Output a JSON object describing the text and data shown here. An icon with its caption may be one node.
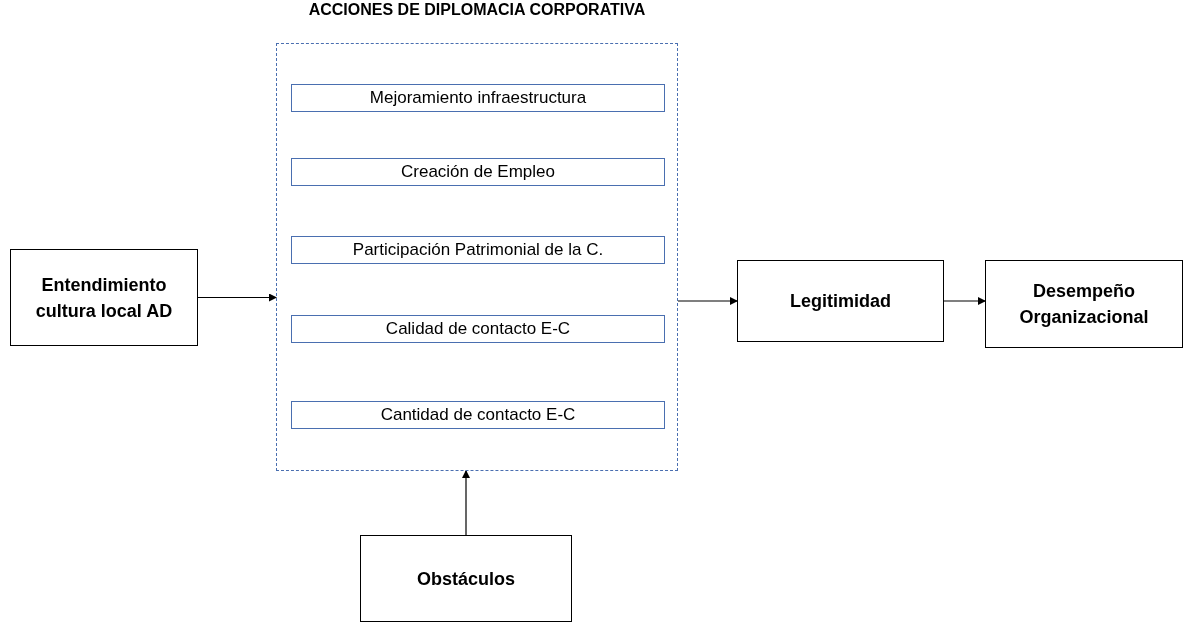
{
  "diagram": {
    "nodes": [
      {
        "text": [
          "Entendimiento cultura local AD"
        ]
      },
      {
        "text": [
          "ACCIONES DE DIPLOMACIA CORPORATIVA"
        ]
      },
      {
        "text": [
          "Mejoramiento infraestructura"
        ],
        "in": 1
      },
      {
        "text": [
          "Creación de Empleo"
        ],
        "in": 1
      },
      {
        "text": [
          "Participación Patrimonial de la C."
        ],
        "in": 1
      },
      {
        "text": [
          "Calidad de contacto E-C"
        ],
        "in": 1
      },
      {
        "text": [
          "Cantidad de contacto E-C"
        ],
        "in": 1
      },
      {
        "text": [
          "Legitimidad"
        ]
      },
      {
        "text": [
          "Desempeño Organizacional"
        ]
      },
      {
        "text": [
          "Obstáculos"
        ]
      }
    ],
    "edges": [
      {
        "from": 0,
        "to": 1,
        "arrow": "to"
      },
      {
        "from": 1,
        "to": 7,
        "arrow": "to"
      },
      {
        "from": 7,
        "to": 8,
        "arrow": "to"
      },
      {
        "from": 9,
        "to": 1,
        "arrow": "to"
      }
    ]
  }
}
